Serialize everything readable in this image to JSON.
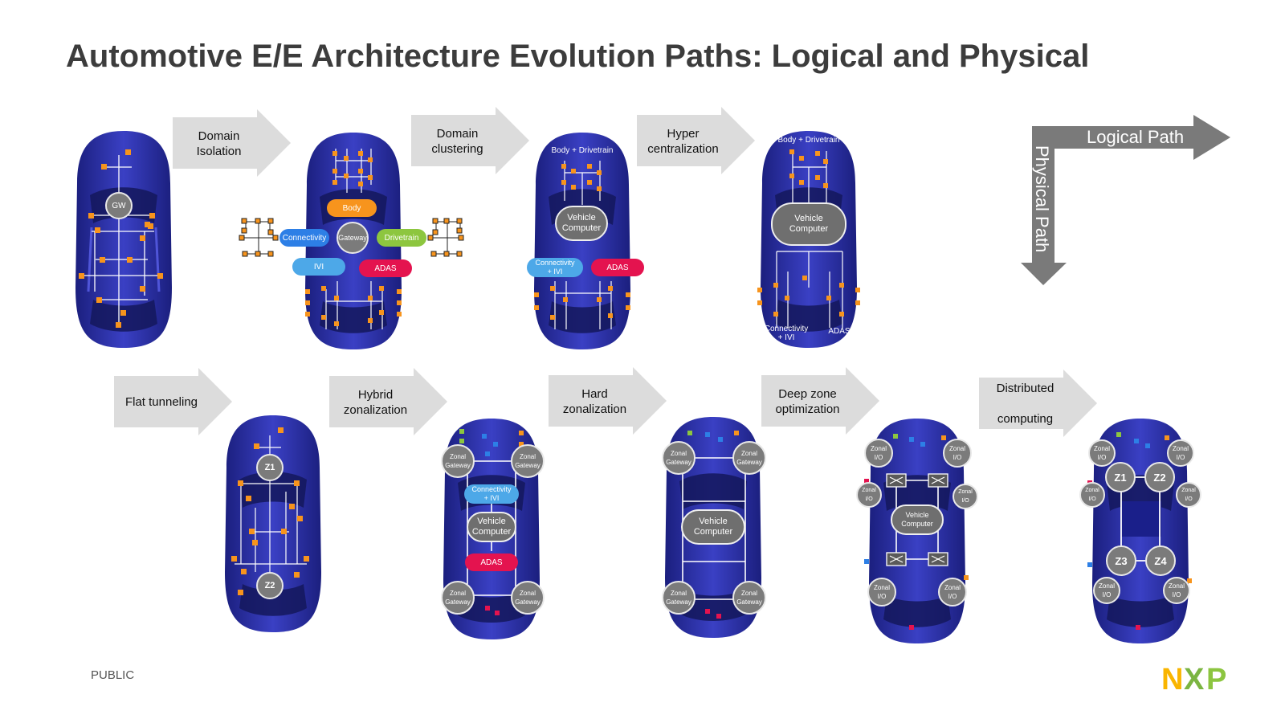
{
  "title": "Automotive E/E Architecture Evolution Paths: Logical and Physical",
  "footer_label": "PUBLIC",
  "logo_text": "NXP",
  "legend": {
    "logical": "Logical Path",
    "physical": "Physical Path"
  },
  "steps": {
    "domain_isolation": "Domain\nIsolation",
    "domain_clustering": "Domain\nclustering",
    "hyper_centralization": "Hyper\ncentralization",
    "flat_tunneling": "Flat tunneling",
    "hybrid_zonalization": "Hybrid\nzonalization",
    "hard_zonalization": "Hard\nzonalization",
    "deep_zone": "Deep zone\noptimization",
    "distributed": "Distributed\n\ncomputing"
  },
  "car1": {
    "gw": "GW"
  },
  "car2": {
    "body": "Body",
    "connectivity": "Connectivity",
    "gateway": "Gateway",
    "drivetrain": "Drivetrain",
    "ivi": "IVI",
    "adas": "ADAS"
  },
  "car3": {
    "top": "Body + Drivetrain",
    "vc": "Vehicle\nComputer",
    "conn": "Connectivity\n+ IVI",
    "adas": "ADAS"
  },
  "car4": {
    "top": "Body + Drivetrain",
    "vc": "Vehicle\nComputer",
    "conn": "Connectivity\n+ IVI",
    "adas": "ADAS"
  },
  "car5": {
    "z1": "Z1",
    "z2": "Z2"
  },
  "car6": {
    "zg": "Zonal\nGateway",
    "conn": "Connectivity\n+ IVI",
    "vc": "Vehicle\nComputer",
    "adas": "ADAS"
  },
  "car7": {
    "zg": "Zonal\nGateway",
    "vc": "Vehicle\nComputer"
  },
  "car8": {
    "zio": "Zonal\nI/O",
    "vc": "Vehicle\nComputer"
  },
  "car9": {
    "zio": "Zonal\nI/O",
    "z1": "Z1",
    "z2": "Z2",
    "z3": "Z3",
    "z4": "Z4"
  },
  "colors": {
    "arrow": "#dcdcdc",
    "legend": "#7a7a7a",
    "car": "#2a2fa8",
    "node": "#7b7b7b",
    "orange": "#f7941d",
    "body": "#f7941d",
    "connectivity": "#2d7fe6",
    "drivetrain": "#8dc63f",
    "ivi": "#4da8e8",
    "adas": "#e4134f"
  }
}
